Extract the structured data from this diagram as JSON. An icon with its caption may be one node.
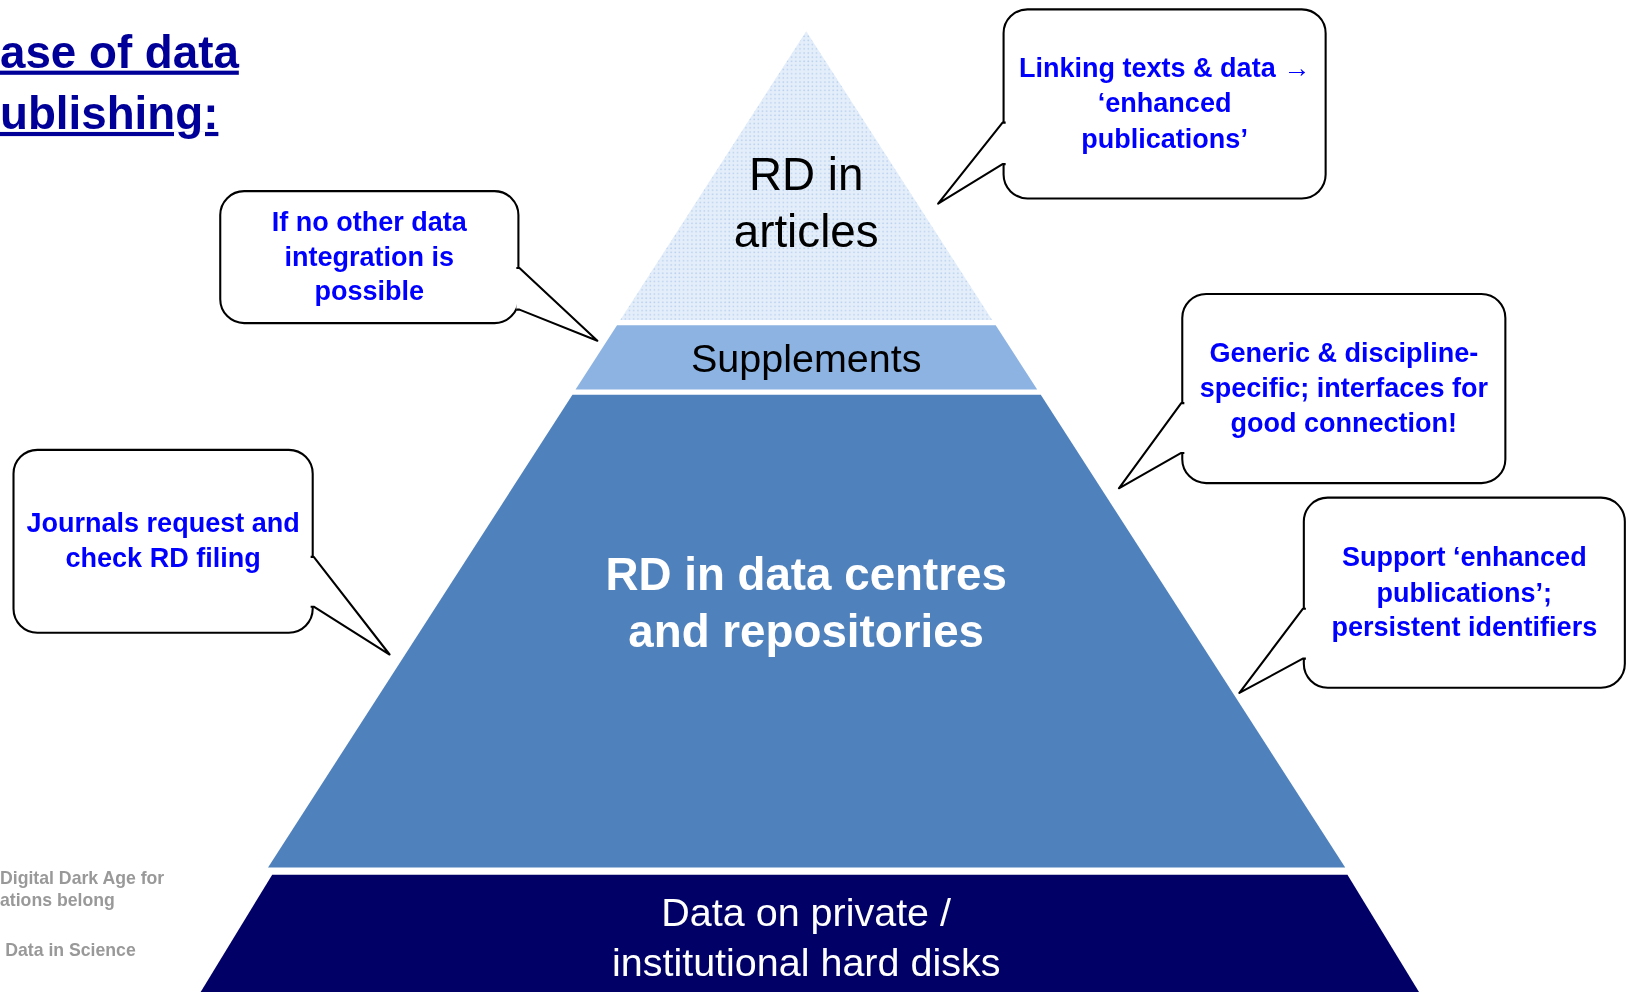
{
  "diagram": {
    "title": "ase of data ublishing:",
    "nodes": [
      {
        "text": [
          "RD in articles"
        ]
      },
      {
        "text": [
          "Supplements"
        ]
      },
      {
        "text": [
          "RD in data centres and repositories"
        ]
      },
      {
        "text": [
          "Data on private / institutional hard disks"
        ]
      },
      {
        "text": [
          "Linking texts & data → ‘enhanced publications’"
        ]
      },
      {
        "text": [
          "If no other data integration is possible"
        ]
      },
      {
        "text": [
          "Generic & discipline-specific; interfaces for good connection!"
        ]
      },
      {
        "text": [
          "Journals request and check RD filing"
        ]
      },
      {
        "text": [
          "Support ‘enhanced publications’; persistent identifiers"
        ]
      }
    ],
    "labels": [
      "Digital Dark Age for ations belong",
      "Data in Science"
    ]
  }
}
